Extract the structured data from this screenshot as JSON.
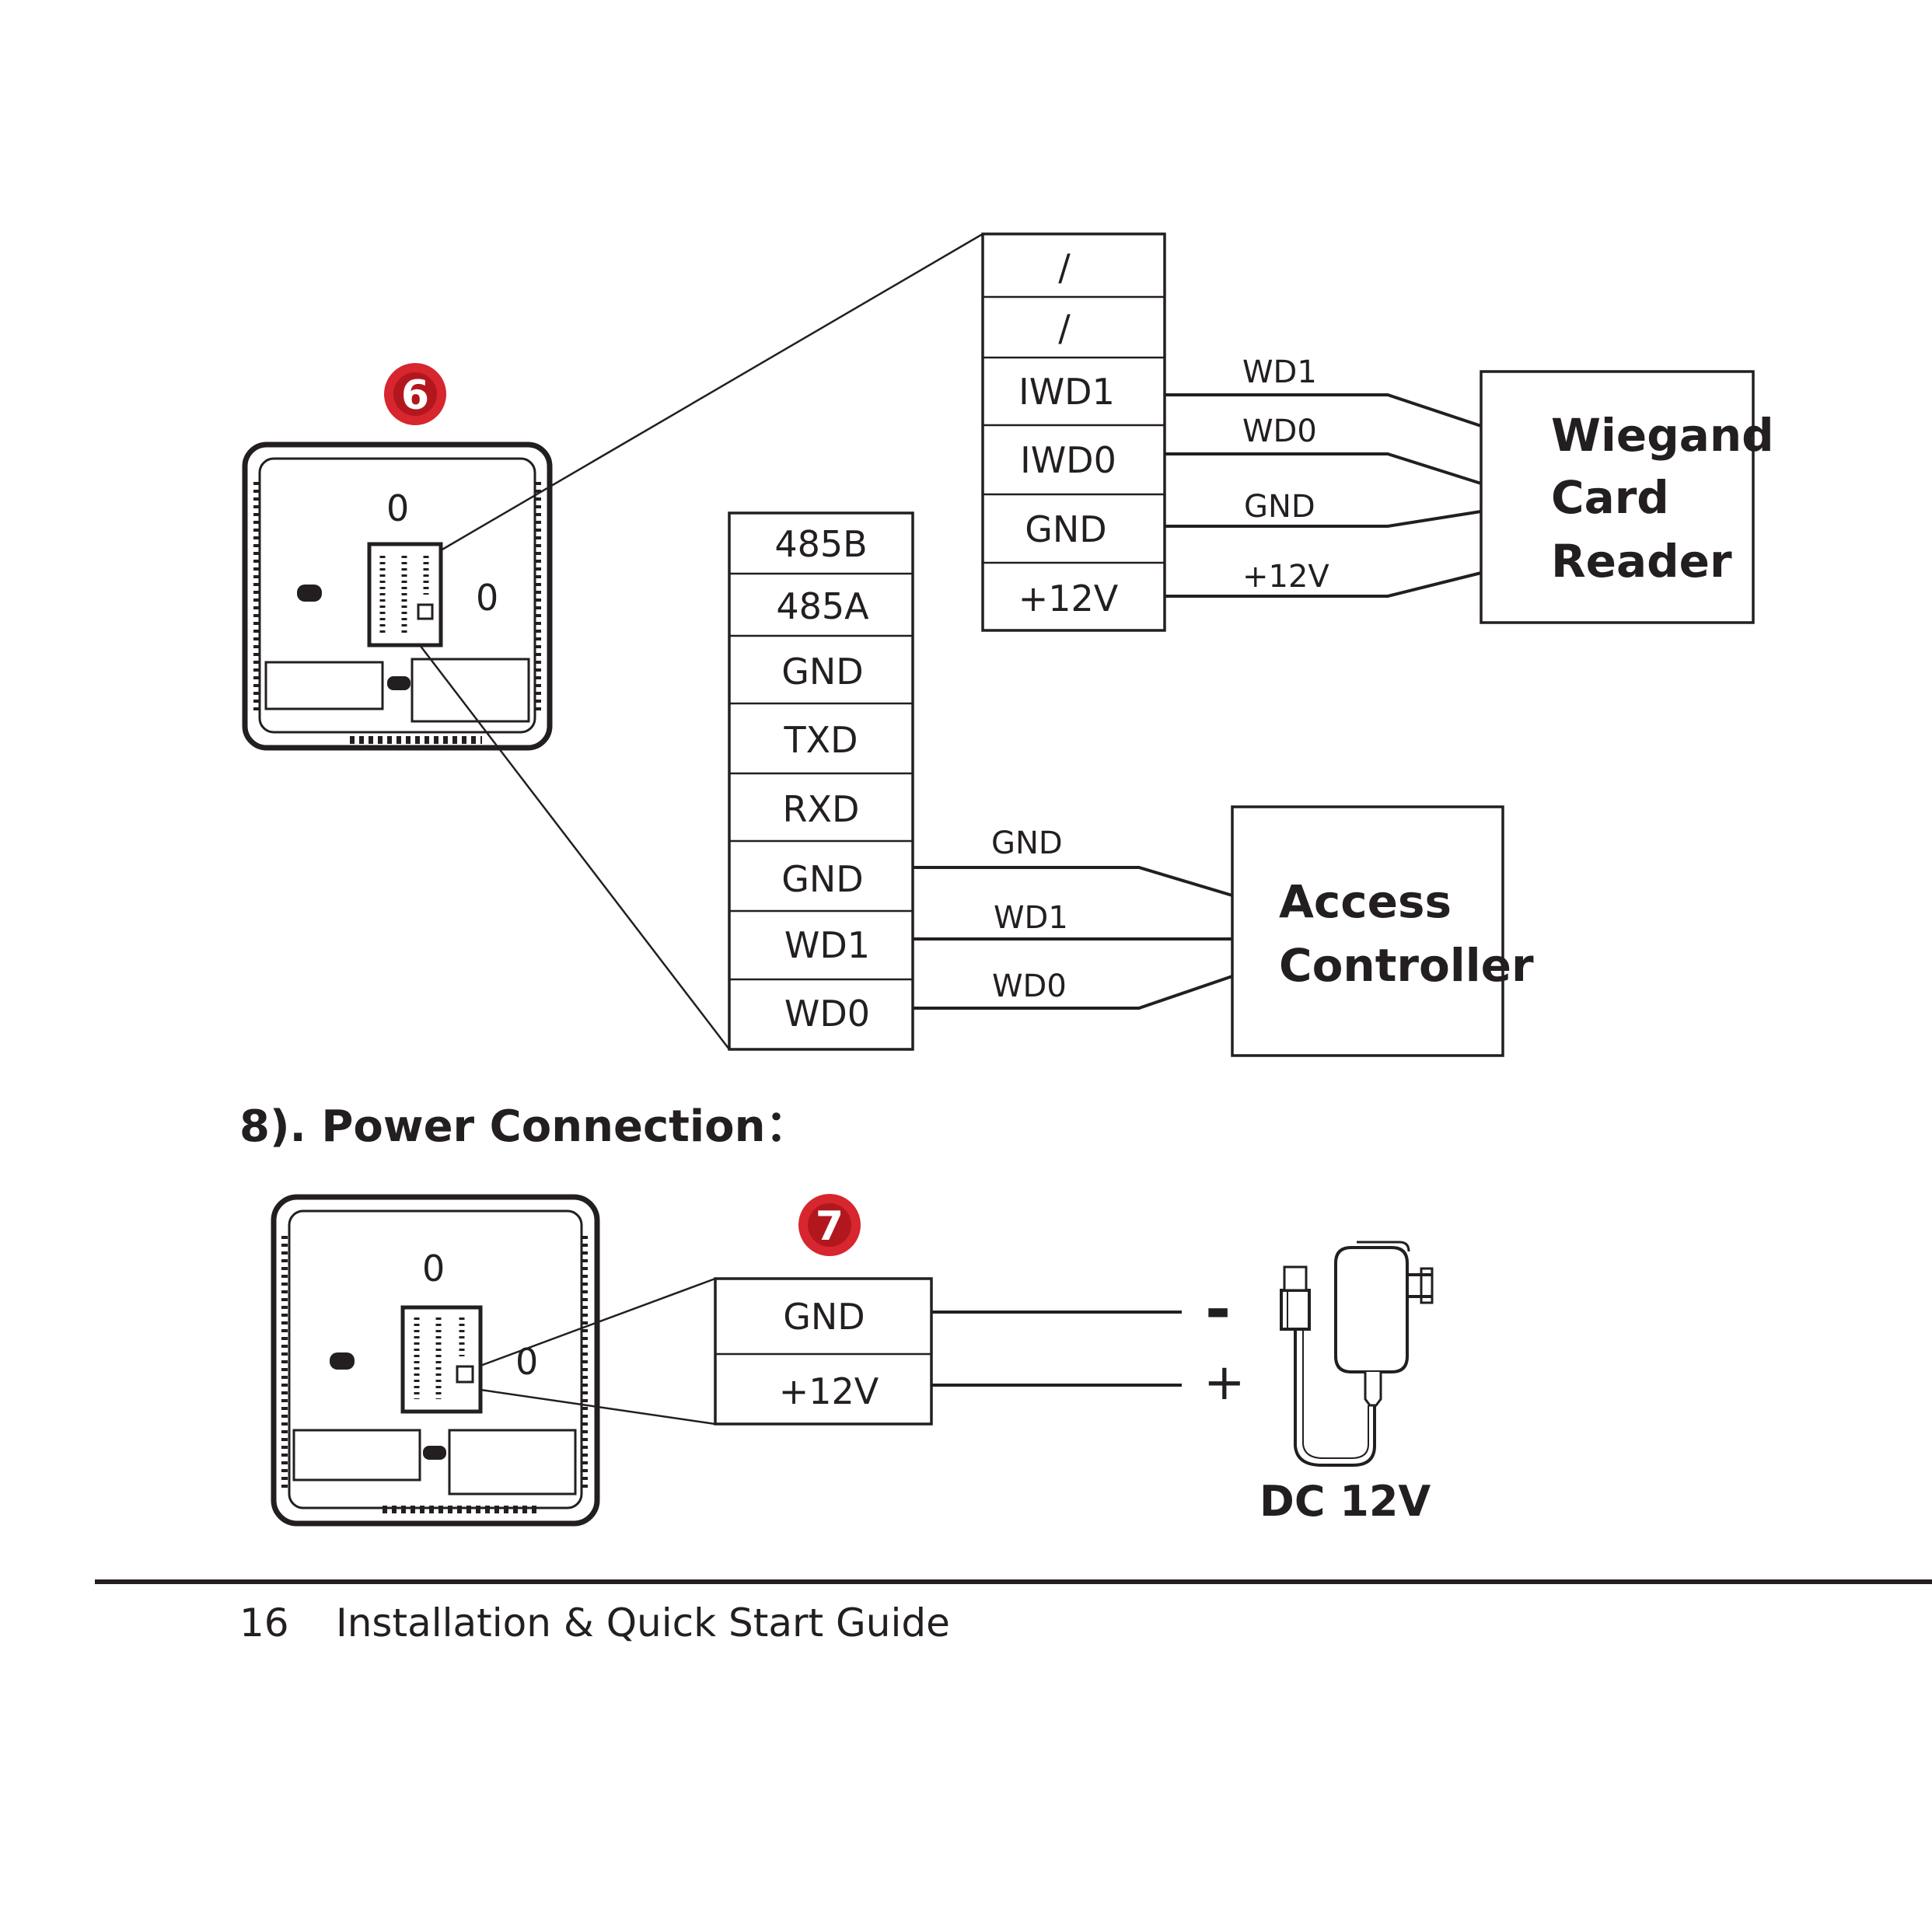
{
  "diagram": {
    "badges": {
      "six": "6",
      "seven": "7"
    },
    "wiegand_terminal": [
      "/",
      "/",
      "IWD1",
      "IWD0",
      "GND",
      "+12V"
    ],
    "wiegand_wires": [
      "WD1",
      "WD0",
      "GND",
      "+12V"
    ],
    "wiegand_reader": {
      "line1": "Wiegand",
      "line2": "Card",
      "line3": "Reader"
    },
    "main_terminal": [
      "485B",
      "485A",
      "GND",
      "TXD",
      "RXD",
      "GND",
      "WD1",
      "WD0"
    ],
    "access_wires": [
      "GND",
      "WD1",
      "WD0"
    ],
    "access_controller": {
      "line1": "Access",
      "line2": "Controller"
    },
    "power_terminal": [
      "GND",
      "+12V"
    ],
    "power_polarity": {
      "minus": "-",
      "plus": "+"
    },
    "adapter_label": "DC 12V",
    "device_markings": {
      "zero": "0"
    }
  },
  "section": {
    "heading": "8). Power Connection："
  },
  "footer": {
    "page_number": "16",
    "title": "Installation & Quick Start Guide"
  },
  "colors": {
    "badge": "#d7262e",
    "ink": "#231f20"
  }
}
